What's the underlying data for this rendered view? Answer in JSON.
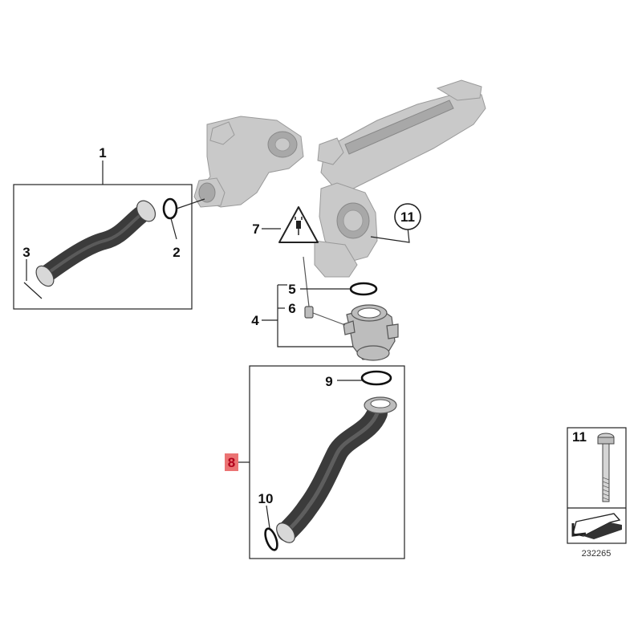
{
  "callouts": {
    "c1": "1",
    "c2": "2",
    "c3": "3",
    "c4": "4",
    "c5": "5",
    "c6": "6",
    "c7": "7",
    "c8": "8",
    "c9": "9",
    "c10": "10",
    "c11": "11",
    "c11_inset": "11"
  },
  "highlight_color": "#e85a5a",
  "diagram_id": "232265"
}
